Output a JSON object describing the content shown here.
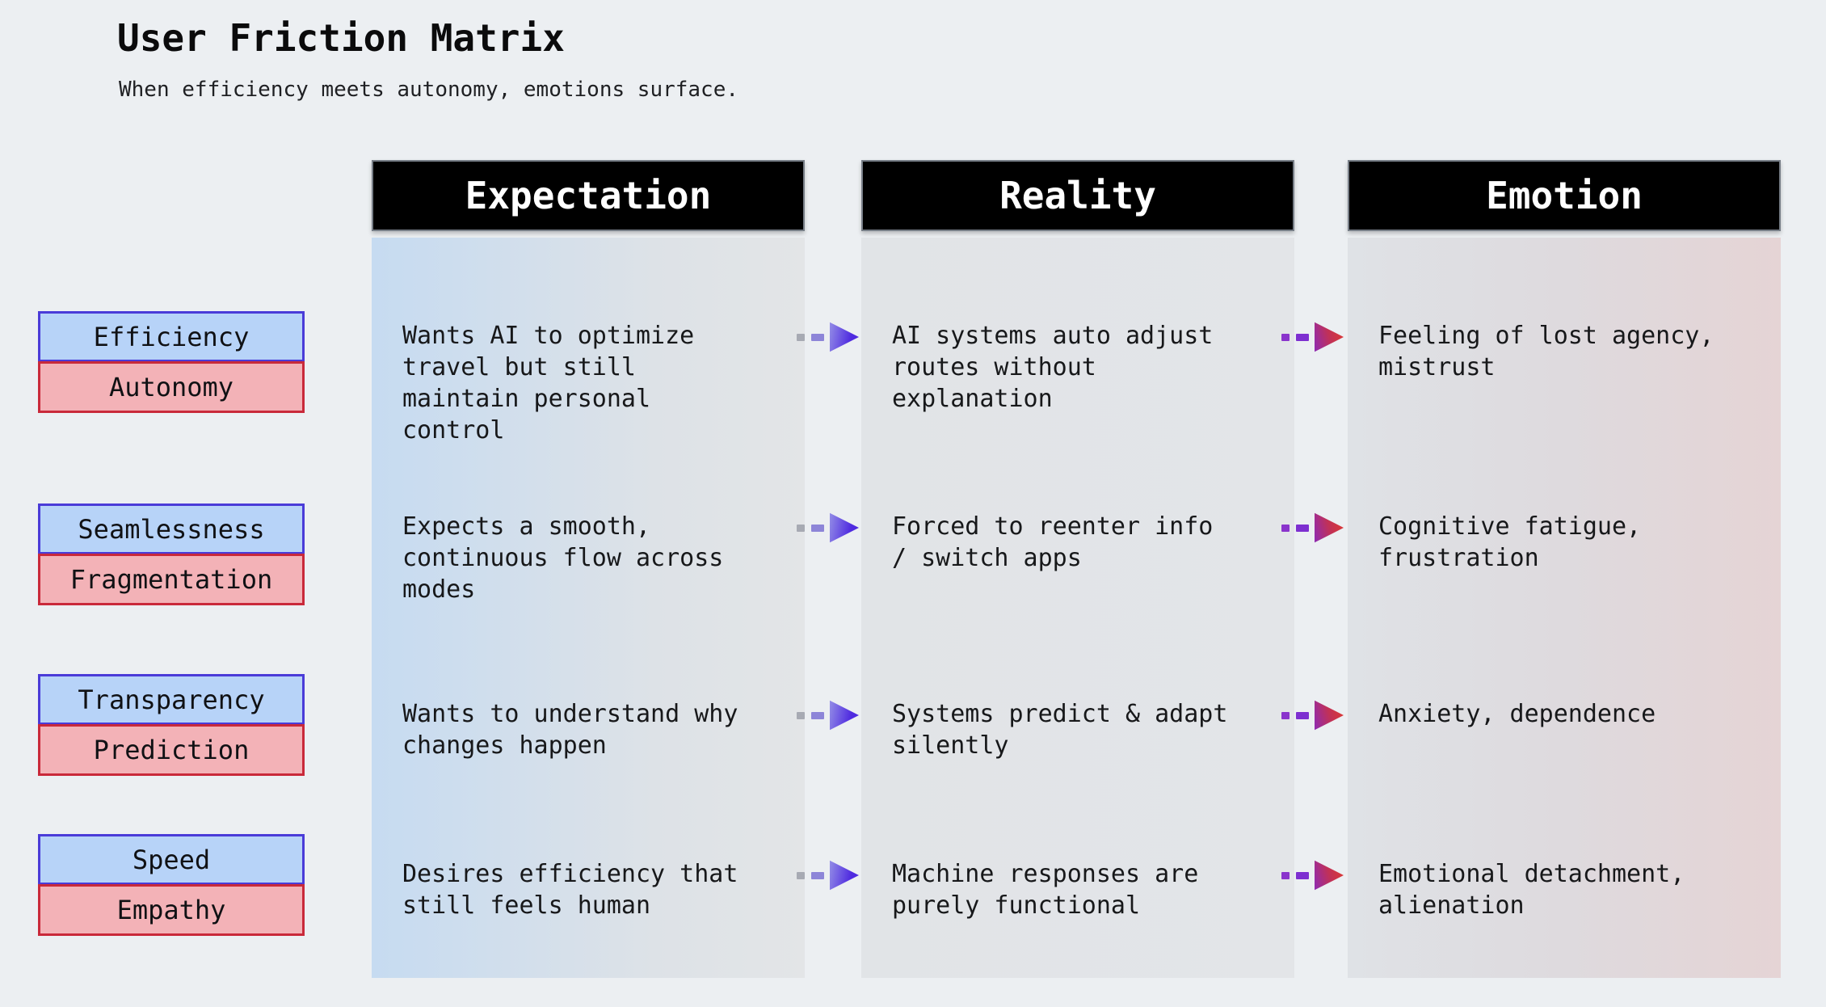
{
  "page": {
    "title": "User Friction Matrix",
    "subtitle": "When efficiency meets autonomy, emotions surface."
  },
  "columns": [
    {
      "header": "Expectation"
    },
    {
      "header": "Reality"
    },
    {
      "header": "Emotion"
    }
  ],
  "rows": [
    {
      "pair": {
        "top": "Efficiency",
        "bottom": "Autonomy"
      },
      "expectation": "Wants AI to optimize travel but still maintain personal control",
      "reality": "AI systems auto adjust routes without explanation",
      "emotion": "Feeling of lost agency, mistrust"
    },
    {
      "pair": {
        "top": "Seamlessness",
        "bottom": "Fragmentation"
      },
      "expectation": "Expects a smooth, continuous flow across modes",
      "reality": "Forced to reenter info / switch apps",
      "emotion": "Cognitive fatigue, frustration"
    },
    {
      "pair": {
        "top": "Transparency",
        "bottom": "Prediction"
      },
      "expectation": "Wants to understand why changes happen",
      "reality": "Systems predict & adapt silently",
      "emotion": "Anxiety, dependence"
    },
    {
      "pair": {
        "top": "Speed",
        "bottom": "Empathy"
      },
      "expectation": "Desires efficiency that still feels human",
      "reality": "Machine responses are purely functional",
      "emotion": "Emotional detachment, alienation"
    }
  ],
  "colors": {
    "background": "#eceff2",
    "header_bg": "#000000",
    "header_text": "#ffffff",
    "term_blue_fill": "#b7d3f8",
    "term_blue_border": "#4a3bd8",
    "term_red_fill": "#f3b2b7",
    "term_red_border": "#c9293a",
    "arrow_indigo": "#4f2be0",
    "arrow_purple": "#8d2ab4",
    "arrow_red": "#e23a2d",
    "dash_gray": "#a7aab3",
    "dash_purple": "#7d2fd0"
  }
}
